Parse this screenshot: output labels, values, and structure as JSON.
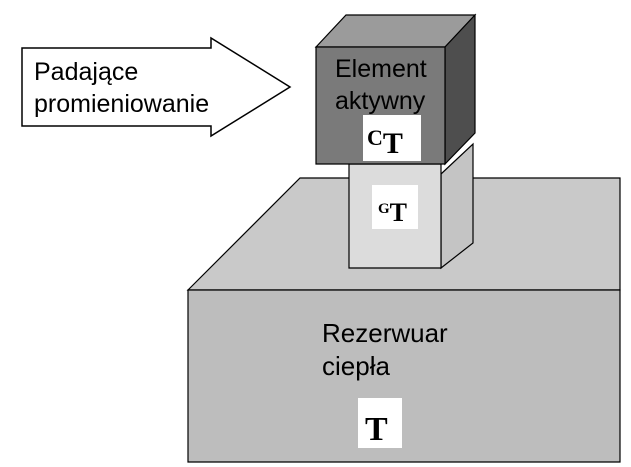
{
  "arrow": {
    "line1": "Padające",
    "line2": "promieniowanie"
  },
  "active_element": {
    "line1": "Element",
    "line2": "aktywny",
    "symbol_main": "C",
    "symbol_sub": "T"
  },
  "link": {
    "symbol_main": "G",
    "symbol_sub": "T"
  },
  "reservoir": {
    "line1": "Rezerwuar",
    "line2": "ciepła",
    "symbol": "T"
  },
  "colors": {
    "active_front": "#7a7a7a",
    "active_top": "#9b9b9b",
    "active_side": "#4e4e4e",
    "link_front": "#dcdcdc",
    "link_side": "#c4c4c4",
    "reservoir_front": "#bdbdbd",
    "reservoir_top": "#c9c9c9",
    "reservoir_side": "#9a9a9a",
    "arrow_fill": "#ffffff",
    "outline": "#000000",
    "text": "#000000"
  }
}
